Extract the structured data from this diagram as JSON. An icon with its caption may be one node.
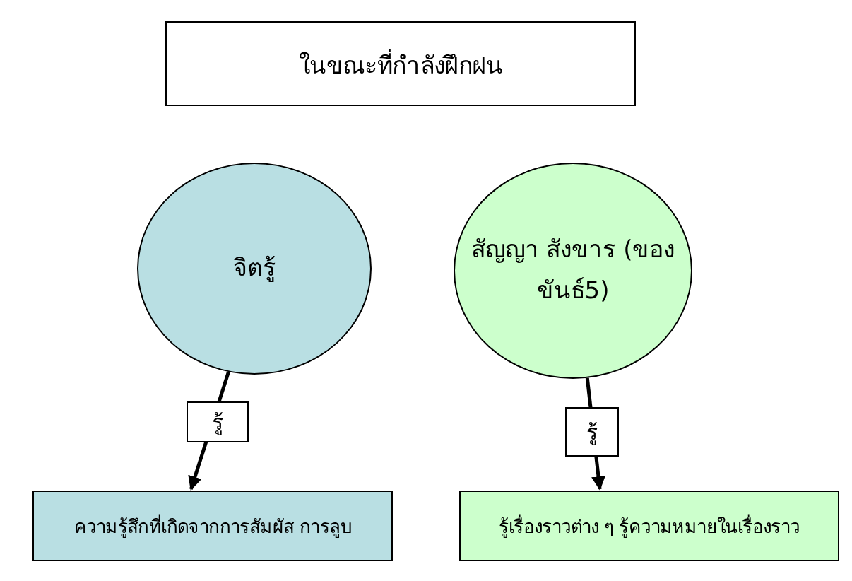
{
  "diagram": {
    "nodes": [
      {
        "text": [
          "ในขณะที่กำลังฝึกฝน"
        ]
      },
      {
        "text": [
          "จิตรู้"
        ]
      },
      {
        "text": [
          "สัญญา สังขาร (ของขันธ์5)"
        ]
      },
      {
        "text": [
          "ความรู้สึกที่เกิดจากการสัมผัส การลูบ"
        ]
      },
      {
        "text": [
          "รู้เรื่องราวต่าง ๆ รู้ความหมายในเรื่องราว"
        ]
      }
    ],
    "edges": [
      {
        "from": 1,
        "to": 3,
        "arrow": "to",
        "label": "รู้"
      },
      {
        "from": 2,
        "to": 4,
        "arrow": "to",
        "label": "รู้"
      }
    ]
  }
}
